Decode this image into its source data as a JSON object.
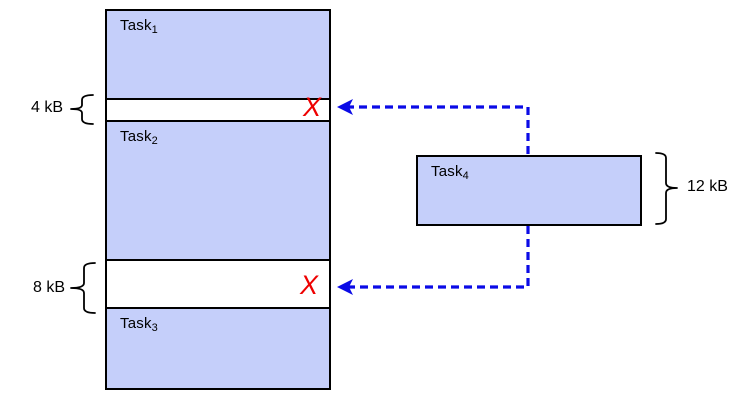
{
  "colors": {
    "task_fill": "#c5cffa",
    "border_black": "#000000",
    "arrow_blue": "#0b0be6",
    "reject_red": "#ee0000",
    "page_bg": "#ffffff"
  },
  "memory": {
    "task1": {
      "name": "Task",
      "sub": "1"
    },
    "gap1": {
      "size": "4 kB",
      "reject_mark": "X"
    },
    "task2": {
      "name": "Task",
      "sub": "2"
    },
    "gap2": {
      "size": "8 kB",
      "reject_mark": "X"
    },
    "task3": {
      "name": "Task",
      "sub": "3"
    }
  },
  "incoming": {
    "task4": {
      "name": "Task",
      "sub": "4",
      "size": "12 kB"
    }
  }
}
